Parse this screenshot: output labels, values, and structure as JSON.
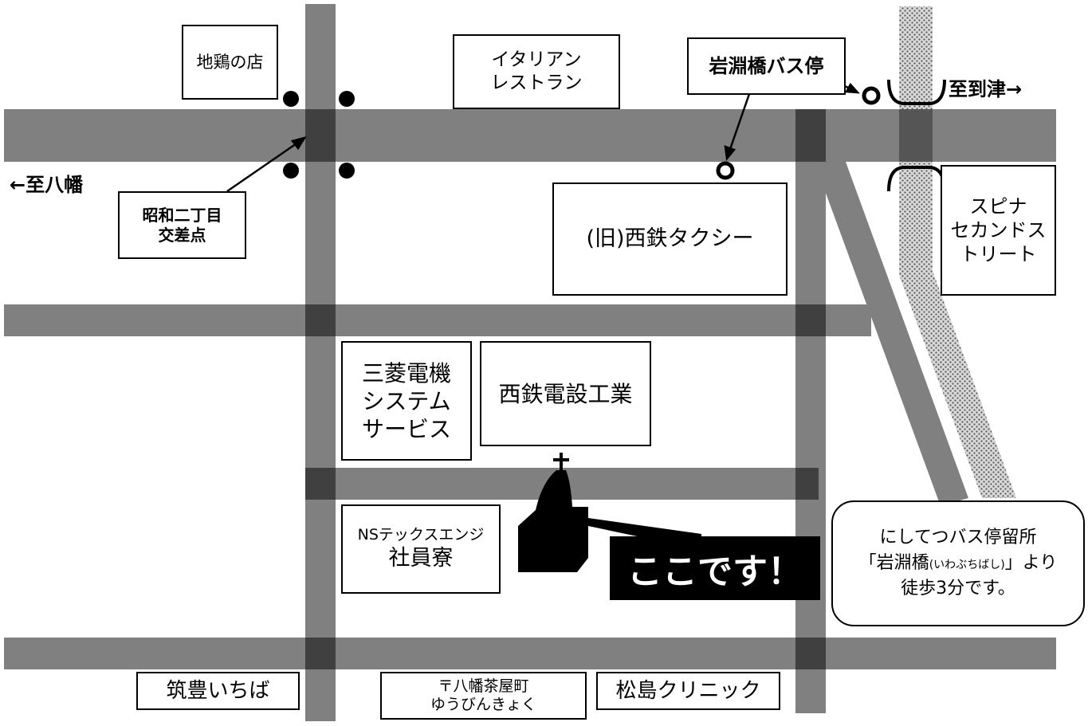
{
  "labels": {
    "to_yahata": "←至八幡",
    "to_tobata": "至到津→",
    "jidori": "地鶏の店",
    "italian_1": "イタリアン",
    "italian_2": "レストラン",
    "bus_stop": "岩淵橋バス停",
    "taxi": "(旧)西鉄タクシー",
    "spina_1": "スピナ",
    "spina_2": "セカンドス",
    "spina_3": "トリート",
    "crossing_1": "昭和二丁目",
    "crossing_2": "交差点",
    "mitsubishi_1": "三菱電機",
    "mitsubishi_2": "システム",
    "mitsubishi_3": "サービス",
    "nishitetsu_densetsu": "西鉄電設工業",
    "ns_1": "NSテックスエンジ",
    "ns_2": "社員寮",
    "chikuho": "筑豊いちば",
    "post_1": "〒八幡茶屋町",
    "post_2": "ゆうびんきょく",
    "clinic": "松島クリニック",
    "here": "ここです！",
    "note_1": "にしてつバス停留所",
    "note_2a": "「岩淵橋",
    "note_2b": "(いわぶちばし)",
    "note_2c": "」より",
    "note_3": "徒歩3分です。"
  },
  "colors": {
    "road": "#808080",
    "intersection": "#404040",
    "marker": "#000000"
  }
}
